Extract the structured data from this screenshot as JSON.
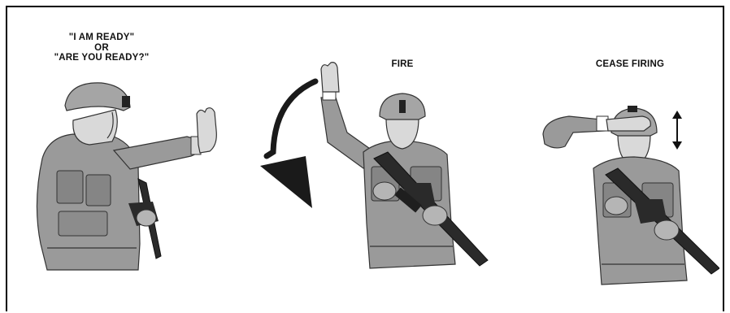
{
  "signals": [
    {
      "label_lines": [
        "\"I AM READY\"",
        "OR",
        "\"ARE YOU READY?\""
      ]
    },
    {
      "label_lines": [
        "FIRE"
      ]
    },
    {
      "label_lines": [
        "CEASE FIRING"
      ]
    }
  ],
  "colors": {
    "uniform": "#9a9a9a",
    "uniform_dark": "#7a7a7a",
    "skin": "#d9d9d9",
    "rifle": "#2a2a2a",
    "arrow": "#1a1a1a",
    "frame": "#000000"
  },
  "icons": {
    "motion_arrow": "curved-down-arrow-icon",
    "double_arrow": "up-down-arrow-icon"
  }
}
